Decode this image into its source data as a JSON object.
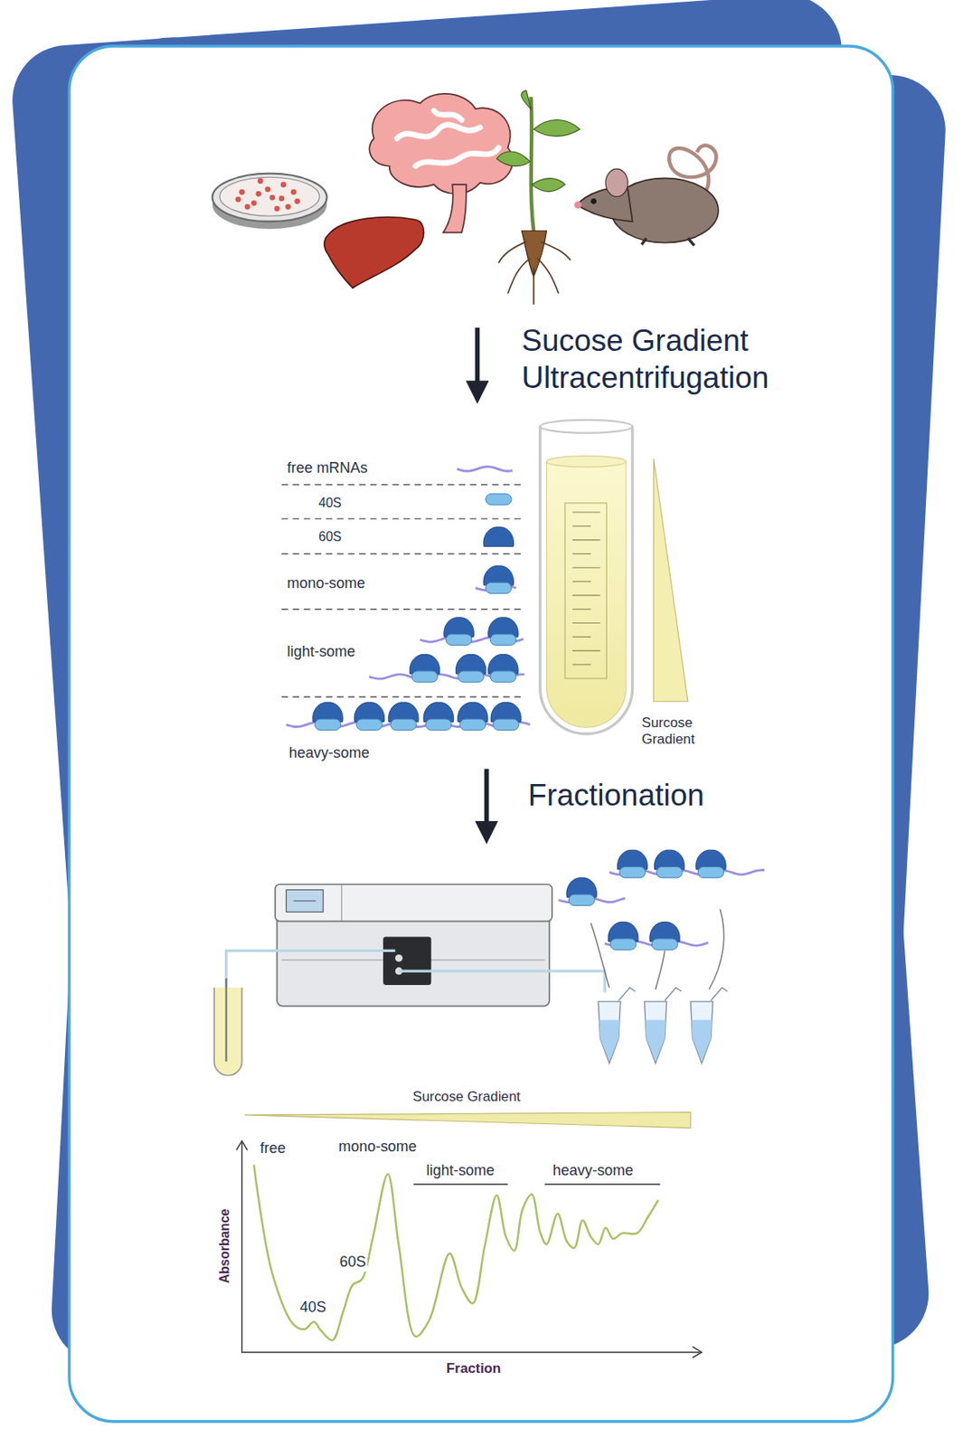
{
  "diagram": {
    "labels": [
      "Sucose Gradient Ultracentrifugation",
      "free mRNAs",
      "40S",
      "60S",
      "mono-some",
      "light-some",
      "heavy-some",
      "Surcose Gradient",
      "Fractionation",
      "Surcose Gradient",
      "free",
      "mono-some",
      "light-some",
      "heavy-some",
      "60S",
      "40S",
      "Absorbance",
      "Fraction"
    ]
  }
}
